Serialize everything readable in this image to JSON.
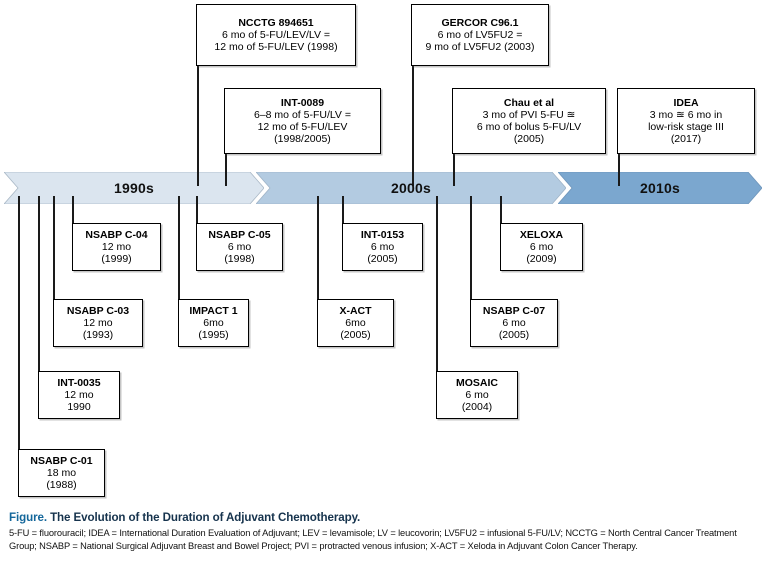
{
  "figure": {
    "caption_label": "Figure.",
    "caption_title": " The Evolution of the Duration of Adjuvant Chemotherapy.",
    "caption_body": "5-FU = fluorouracil; IDEA = International Duration Evaluation of Adjuvant; LEV = levamisole; LV = leucovorin; LV5FU2 = infusional 5-FU/LV; NCCTG = North Central Cancer Treatment Group; NSABP = National Surgical Adjuvant Breast and Bowel Project; PVI = protracted venous infusion; X-ACT = Xeloda in Adjuvant Colon Cancer Therapy."
  },
  "colors": {
    "decade_1990s": "#dbe5ef",
    "decade_2000s": "#b3cbe1",
    "decade_2010s": "#7ba7cf",
    "box_border": "#000000",
    "connector": "#1a1a1a",
    "title_accent": "#14679b",
    "title_text": "#16334d"
  },
  "timeline": {
    "segments": [
      {
        "label": "1990s",
        "fill": "#dbe5ef"
      },
      {
        "label": "2000s",
        "fill": "#b3cbe1"
      },
      {
        "label": "2010s",
        "fill": "#7ba7cf"
      }
    ]
  },
  "trials_above": [
    {
      "id": "ncctg-894651",
      "title": "NCCTG 894651",
      "lines": [
        "6 mo of 5-FU/LEV/LV =",
        "12 mo of 5-FU/LEV (1998)"
      ]
    },
    {
      "id": "gercor-c96-1",
      "title": "GERCOR C96.1",
      "lines": [
        "6 mo of LV5FU2 =",
        "9 mo of LV5FU2 (2003)"
      ]
    },
    {
      "id": "int-0089",
      "title": "INT-0089",
      "lines": [
        "6–8 mo of 5-FU/LV =",
        "12 mo of 5-FU/LEV",
        "(1998/2005)"
      ]
    },
    {
      "id": "chau-et-al",
      "title": "Chau et al",
      "lines": [
        "3 mo of PVI 5-FU ≊",
        "6 mo of bolus 5-FU/LV",
        "(2005)"
      ]
    },
    {
      "id": "idea",
      "title": "IDEA",
      "lines": [
        "3 mo ≊ 6 mo in",
        "low-risk stage III",
        "(2017)"
      ]
    }
  ],
  "trials_below": [
    {
      "id": "nsabp-c-04",
      "title": "NSABP C-04",
      "lines": [
        "12 mo",
        "(1999)"
      ]
    },
    {
      "id": "nsabp-c-05",
      "title": "NSABP C-05",
      "lines": [
        "6 mo",
        "(1998)"
      ]
    },
    {
      "id": "int-0153",
      "title": "INT-0153",
      "lines": [
        "6 mo",
        "(2005)"
      ]
    },
    {
      "id": "xeloxa",
      "title": "XELOXA",
      "lines": [
        "6 mo",
        "(2009)"
      ]
    },
    {
      "id": "nsabp-c-03",
      "title": "NSABP C-03",
      "lines": [
        "12 mo",
        "(1993)"
      ]
    },
    {
      "id": "impact-1",
      "title": "IMPACT 1",
      "lines": [
        "6mo",
        "(1995)"
      ]
    },
    {
      "id": "x-act",
      "title": "X-ACT",
      "lines": [
        "6mo",
        "(2005)"
      ]
    },
    {
      "id": "nsabp-c-07",
      "title": "NSABP C-07",
      "lines": [
        "6 mo",
        "(2005)"
      ]
    },
    {
      "id": "int-0035",
      "title": "INT-0035",
      "lines": [
        "12 mo",
        "1990"
      ]
    },
    {
      "id": "mosaic",
      "title": "MOSAIC",
      "lines": [
        "6 mo",
        "(2004)"
      ]
    },
    {
      "id": "nsabp-c-01",
      "title": "NSABP C-01",
      "lines": [
        "18 mo",
        "(1988)"
      ]
    }
  ]
}
